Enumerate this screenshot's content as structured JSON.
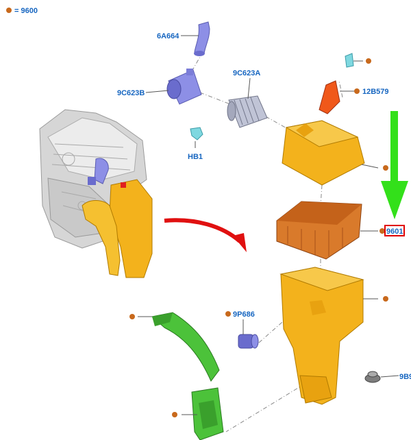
{
  "legend": {
    "symbol_color": "#c8691c",
    "text": "= 9600"
  },
  "colors": {
    "label_text": "#1565c0",
    "callout_dot": "#c8691c",
    "leader_line": "#555555",
    "airbox_orange": "#f3b21c",
    "filter_brown": "#d97a2b",
    "hose_violet": "#8d8fe6",
    "duct_green": "#4cc23a",
    "arrow_green": "#33e01a",
    "arrow_red": "#e01010",
    "highlight_box": "#e00000"
  },
  "parts": [
    {
      "id": "6A664",
      "label": "6A664",
      "icon": "air-intake-elbow"
    },
    {
      "id": "9C623B",
      "label": "9C623B",
      "icon": "air-flow-sensor-housing"
    },
    {
      "id": "9C623A",
      "label": "9C623A",
      "icon": "corrugated-air-hose"
    },
    {
      "id": "12B579",
      "label": "12B579",
      "icon": "intake-air-temperature-sensor"
    },
    {
      "id": "HB1",
      "label": "HB1",
      "icon": "hose-clamp-bolt"
    },
    {
      "id": "9601",
      "label": "9601",
      "icon": "air-filter-element",
      "highlighted": true
    },
    {
      "id": "9P686",
      "label": "9P686",
      "icon": "resonator-plug"
    },
    {
      "id": "9B9",
      "label": "9B9",
      "icon": "rubber-grommet"
    }
  ]
}
